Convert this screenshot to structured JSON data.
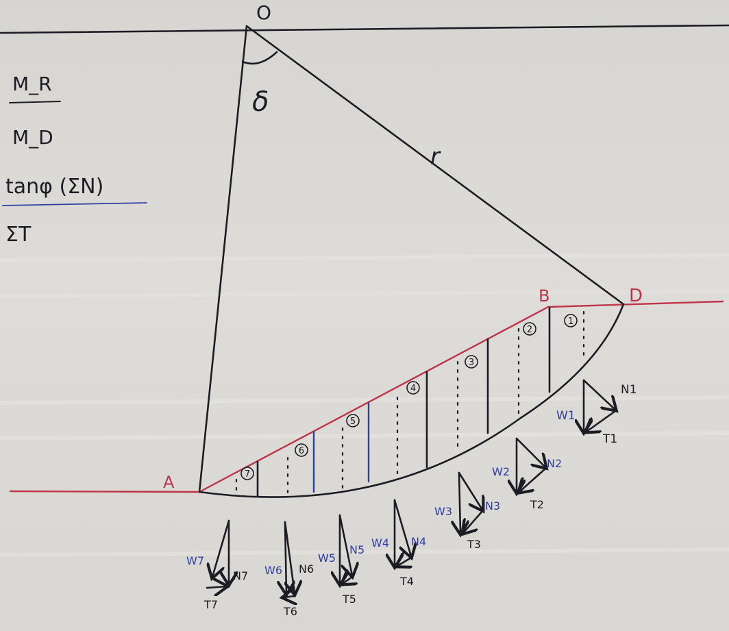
{
  "points": {
    "O": "O",
    "A": "A",
    "B": "B",
    "D": "D"
  },
  "angle_label": "δ",
  "radius_label": "r",
  "formula": {
    "line1_num": "M_R",
    "line1_den": "M_D",
    "line2_num": "tanφ (ΣN)",
    "line2_den": "ΣT"
  },
  "slices": [
    "1",
    "2",
    "3",
    "4",
    "5",
    "6",
    "7"
  ],
  "forces": [
    {
      "w": "W1",
      "n": "N1",
      "t": "T1"
    },
    {
      "w": "W2",
      "n": "N2",
      "t": "T2"
    },
    {
      "w": "W3",
      "n": "N3",
      "t": "T3"
    },
    {
      "w": "W4",
      "n": "N4",
      "t": "T4"
    },
    {
      "w": "W5",
      "n": "N5",
      "t": "T5"
    },
    {
      "w": "W6",
      "n": "N6",
      "t": "T6"
    },
    {
      "w": "W7",
      "n": "N7",
      "t": "T7"
    }
  ]
}
